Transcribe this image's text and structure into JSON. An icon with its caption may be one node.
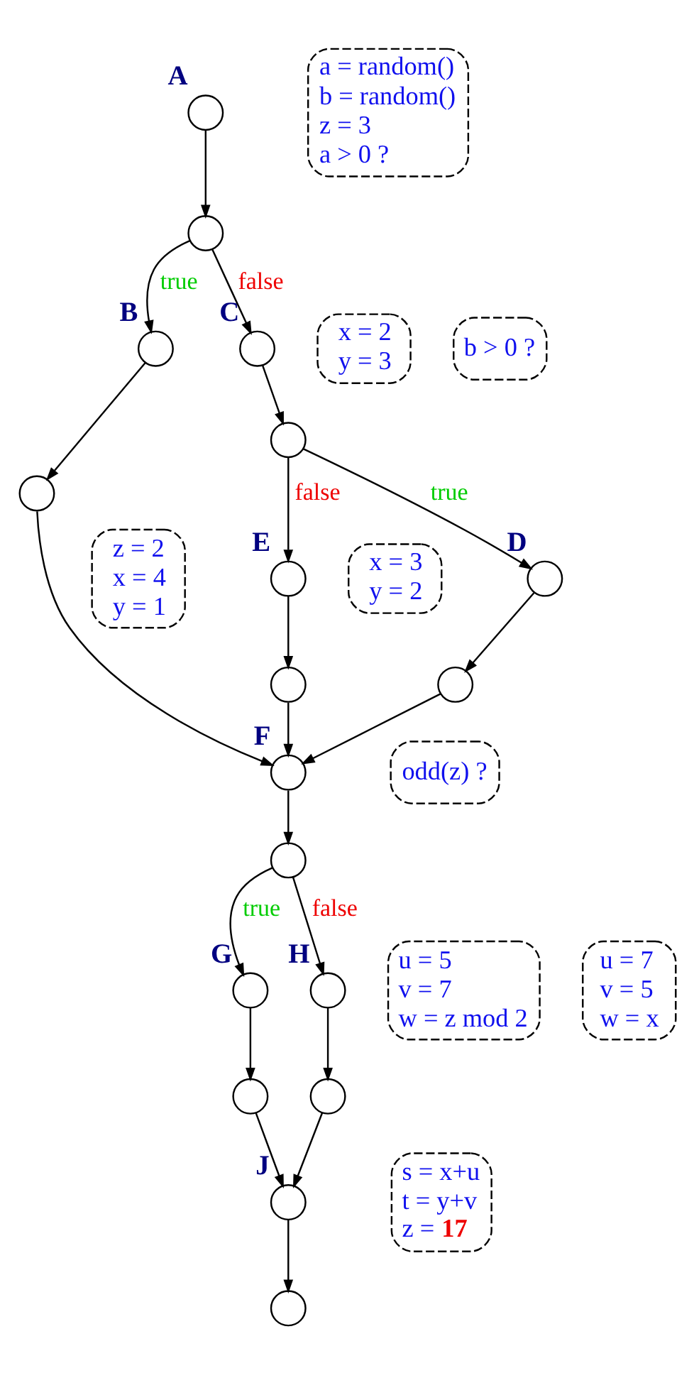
{
  "diagram": {
    "nodes": [
      {
        "text": [],
        "shape": "circle",
        "beside": [
          "A"
        ]
      },
      {
        "text": [
          "a = random()",
          "b = random()",
          "z = 3",
          "a > 0 ?"
        ]
      },
      {
        "text": [],
        "shape": "circle"
      },
      {
        "text": [],
        "shape": "circle",
        "beside": [
          "B"
        ]
      },
      {
        "text": [
          "x = 2",
          "y = 3"
        ]
      },
      {
        "text": [],
        "shape": "circle",
        "beside": [
          "C"
        ]
      },
      {
        "text": [
          "b > 0 ?"
        ]
      },
      {
        "text": [],
        "shape": "circle"
      },
      {
        "text": [],
        "shape": "circle"
      },
      {
        "text": [],
        "shape": "circle",
        "beside": [
          "D"
        ]
      },
      {
        "text": [
          "x = 3",
          "y = 2"
        ]
      },
      {
        "text": [],
        "shape": "circle",
        "beside": [
          "E"
        ]
      },
      {
        "text": [
          "z = 2",
          "x = 4",
          "y = 1"
        ]
      },
      {
        "text": [],
        "shape": "circle"
      },
      {
        "text": [],
        "shape": "circle"
      },
      {
        "text": [],
        "shape": "circle",
        "beside": [
          "F"
        ]
      },
      {
        "text": [
          "odd(z) ?"
        ]
      },
      {
        "text": [],
        "shape": "circle"
      },
      {
        "text": [],
        "shape": "circle",
        "beside": [
          "G"
        ]
      },
      {
        "text": [
          "u = 5",
          "v = 7",
          "w = z mod 2"
        ]
      },
      {
        "text": [],
        "shape": "circle",
        "beside": [
          "H"
        ]
      },
      {
        "text": [
          "u = 7",
          "v = 5",
          "w = x"
        ]
      },
      {
        "text": [],
        "shape": "circle"
      },
      {
        "text": [],
        "shape": "circle"
      },
      {
        "text": [],
        "shape": "circle",
        "beside": [
          "J"
        ]
      },
      {
        "text": [
          "s = x+u",
          "t = y+v",
          "z = **17**"
        ]
      },
      {
        "text": [],
        "shape": "circle"
      }
    ],
    "edges": [
      {
        "from": 0,
        "to": 2,
        "arrow": "to"
      },
      {
        "from": 2,
        "to": 3,
        "arrow": "to",
        "label": "true"
      },
      {
        "from": 2,
        "to": 5,
        "arrow": "to",
        "label": "false"
      },
      {
        "from": 3,
        "to": 7,
        "arrow": "to"
      },
      {
        "from": 5,
        "to": 8,
        "arrow": "to"
      },
      {
        "from": 8,
        "to": 9,
        "arrow": "to",
        "label": "true"
      },
      {
        "from": 8,
        "to": 11,
        "arrow": "to",
        "label": "false"
      },
      {
        "from": 9,
        "to": 13,
        "arrow": "to"
      },
      {
        "from": 11,
        "to": 14,
        "arrow": "to"
      },
      {
        "from": 7,
        "to": 15,
        "arrow": "to"
      },
      {
        "from": 13,
        "to": 15,
        "arrow": "to"
      },
      {
        "from": 14,
        "to": 15,
        "arrow": "to"
      },
      {
        "from": 15,
        "to": 17,
        "arrow": "to"
      },
      {
        "from": 17,
        "to": 18,
        "arrow": "to",
        "label": "true"
      },
      {
        "from": 17,
        "to": 20,
        "arrow": "to",
        "label": "false"
      },
      {
        "from": 18,
        "to": 22,
        "arrow": "to"
      },
      {
        "from": 20,
        "to": 23,
        "arrow": "to"
      },
      {
        "from": 22,
        "to": 24,
        "arrow": "to"
      },
      {
        "from": 23,
        "to": 24,
        "arrow": "to"
      },
      {
        "from": 24,
        "to": 26,
        "arrow": "to"
      }
    ]
  }
}
